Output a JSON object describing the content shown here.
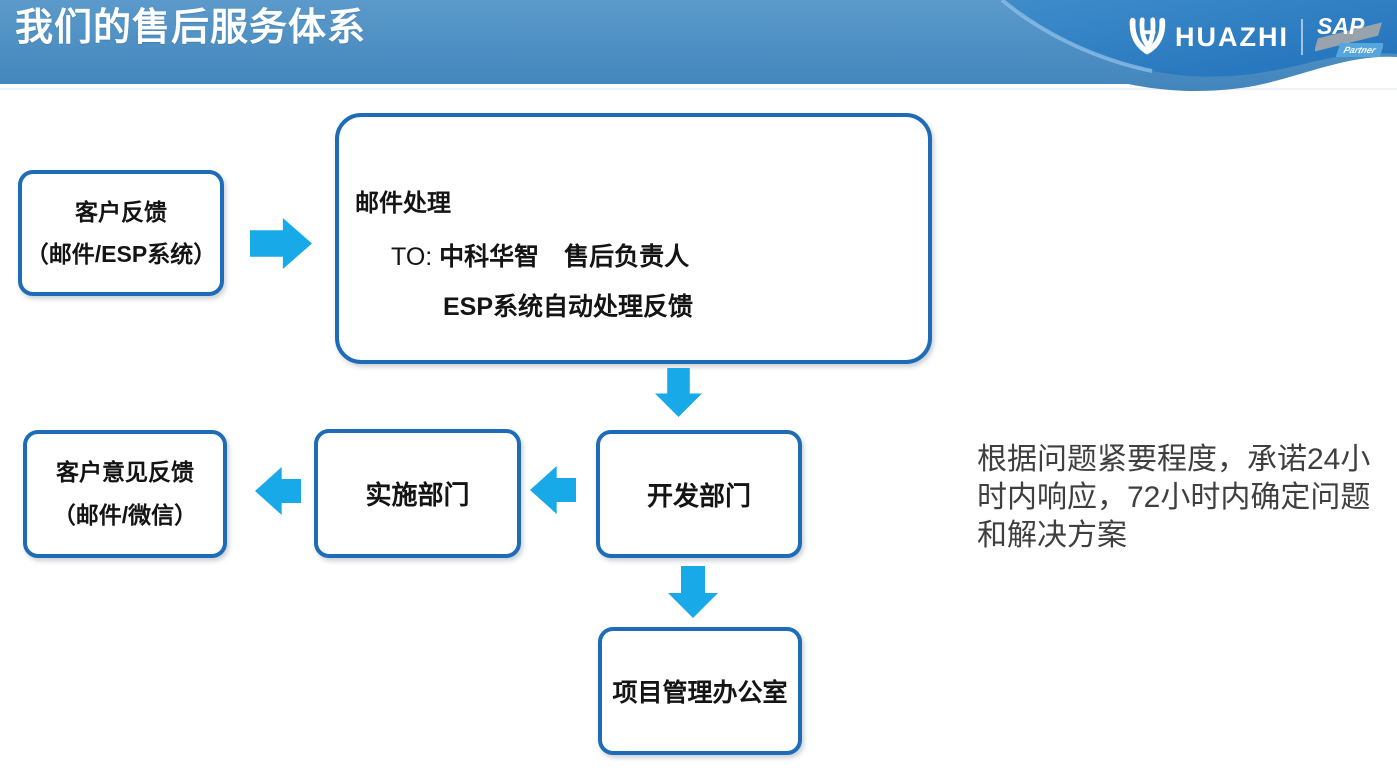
{
  "header": {
    "title": "我们的售后服务体系",
    "logo_text": "HUAZHI",
    "sap_text": "SAP",
    "sap_partner_text": "Partner"
  },
  "flow": {
    "customer_feedback": {
      "line1": "客户反馈",
      "line2": "（邮件/ESP系统）"
    },
    "email_processing": {
      "title": "邮件处理",
      "to_prefix": "TO:",
      "to_value": " 中科华智　售后负责人",
      "line3": "ESP系统自动处理反馈"
    },
    "implementation_dept": "实施部门",
    "development_dept": "开发部门",
    "customer_opinion_feedback": {
      "line1": "客户意见反馈",
      "line2": "（邮件/微信）"
    },
    "pmo": "项目管理办公室"
  },
  "annotation": "根据问题紧要程度，承诺24小时内响应，72小时内确定问题和解决方案",
  "icons": {
    "huazhi-logo-icon": "stylized white W/tulip brand mark",
    "sap-partner-logo": "SAP partner badge with gray swoosh",
    "arrow-right-icon": "cyan block arrow pointing right",
    "arrow-left-icon": "cyan block arrow pointing left",
    "arrow-down-icon": "cyan block arrow pointing down"
  },
  "colors": {
    "header_gradient_top": "#5B9ACA",
    "header_gradient_bottom": "#4285BC",
    "header_dark_swoosh": "#2172BC",
    "box_border": "#1E6CB8",
    "arrow": "#17A9E8",
    "box_text": "#141414",
    "annotation_text": "#3F3F3F",
    "background": "#FFFFFF"
  }
}
